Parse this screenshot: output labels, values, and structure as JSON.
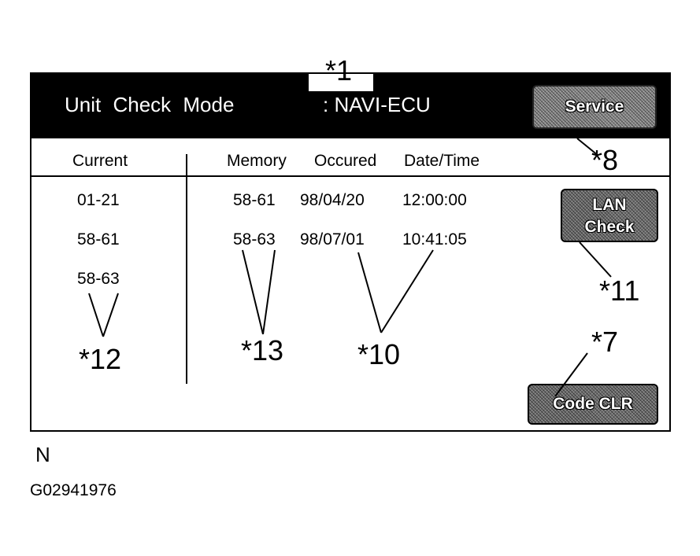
{
  "screen": {
    "mode_title": "Unit Check Mode",
    "unit_name": ": NAVI-ECU",
    "buttons": {
      "service": "Service",
      "lan_check_line1": "LAN",
      "lan_check_line2": "Check",
      "code_clr": "Code CLR"
    },
    "headers": {
      "current": "Current",
      "memory": "Memory",
      "occured": "Occured",
      "date_time": "Date/Time"
    },
    "current_codes": [
      "01-21",
      "58-61",
      "58-63"
    ],
    "memory_rows": [
      {
        "code": "58-61",
        "date": "98/04/20",
        "time": "12:00:00"
      },
      {
        "code": "58-63",
        "date": "98/07/01",
        "time": "10:41:05"
      }
    ]
  },
  "callouts": {
    "c1": "*1",
    "c7": "*7",
    "c8": "*8",
    "c10": "*10",
    "c11": "*11",
    "c12": "*12",
    "c13": "*13"
  },
  "footer": {
    "orientation": "N",
    "figure_id": "G02941976"
  }
}
